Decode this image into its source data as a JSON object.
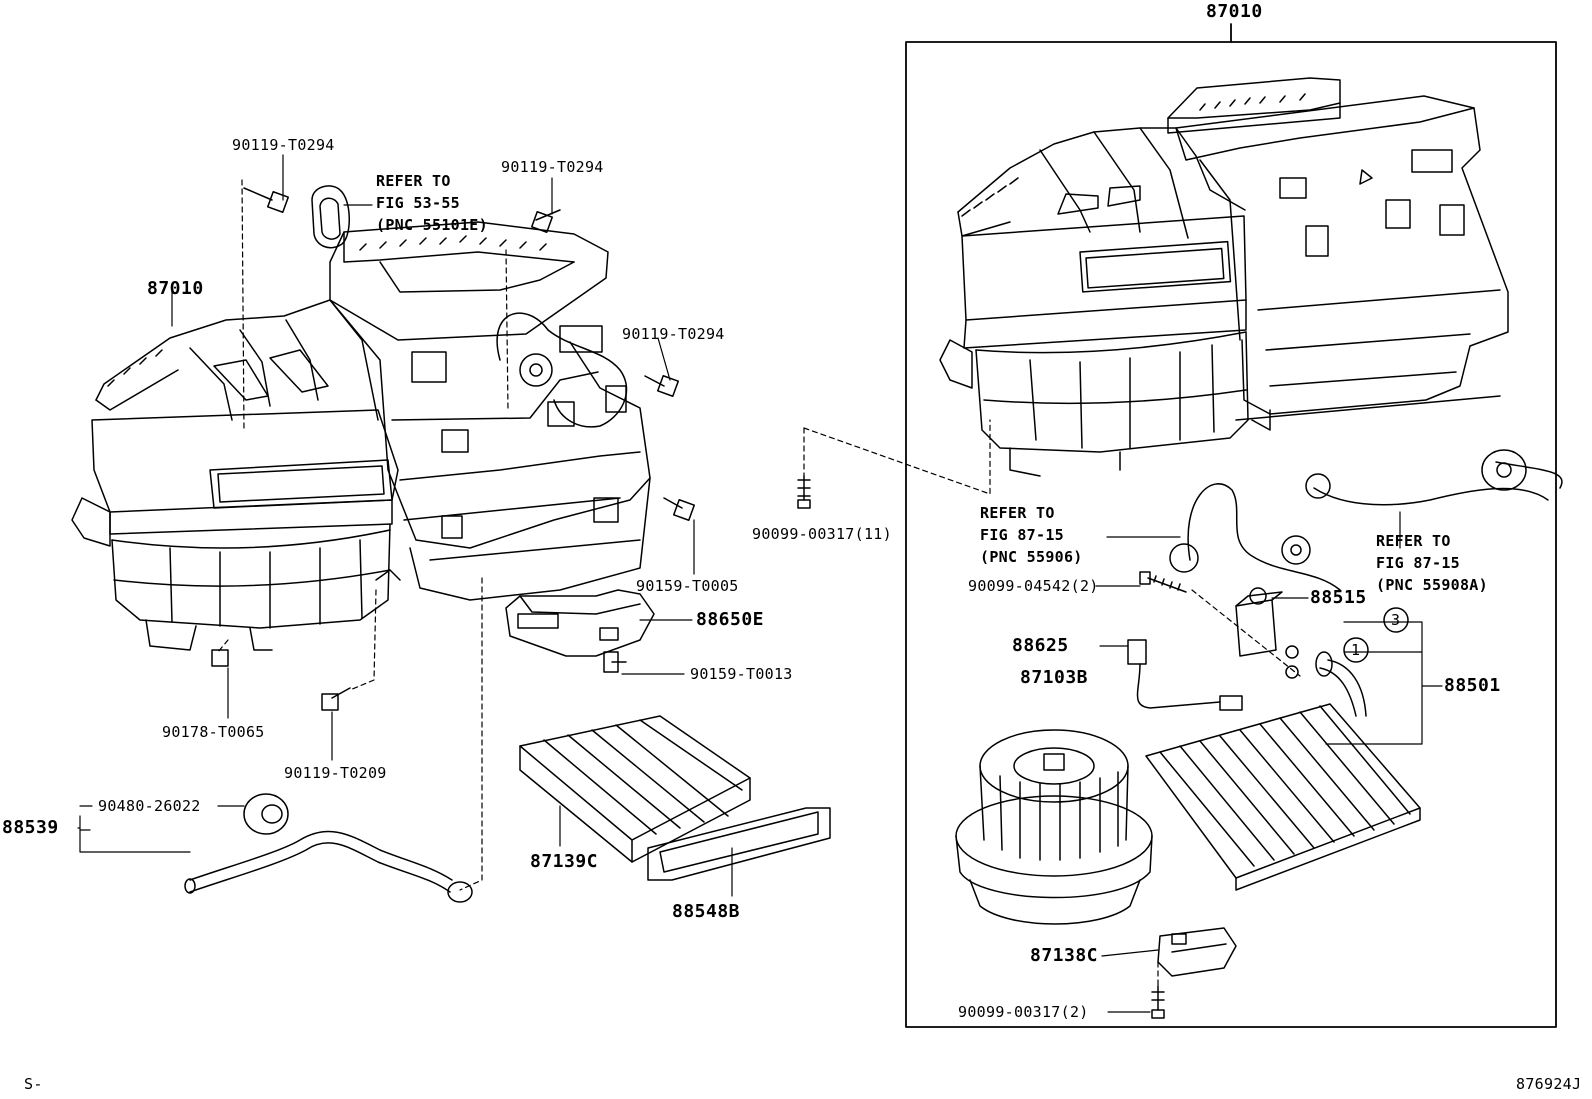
{
  "diagram": {
    "footer_left": "S-",
    "footer_right": "876924J",
    "labels": {
      "p87010_top": "87010",
      "p87010_left": "87010",
      "p90119_t0294_a": "90119-T0294",
      "p90119_t0294_b": "90119-T0294",
      "p90119_t0294_c": "90119-T0294",
      "p90159_t0005": "90159-T0005",
      "p88650e": "88650E",
      "p90159_t0013": "90159-T0013",
      "p90178_t0065": "90178-T0065",
      "p90119_t0209": "90119-T0209",
      "p90480_26022": "90480-26022",
      "p88539": "88539",
      "p87139c": "87139C",
      "p88548b": "88548B",
      "p90099_00317_11": "90099-00317(11)",
      "p90099_04542_2": "90099-04542(2)",
      "p88515": "88515",
      "p88625": "88625",
      "p87103b": "87103B",
      "p88501": "88501",
      "p87138c": "87138C",
      "p90099_00317_2": "90099-00317(2)",
      "circle_3": "3",
      "circle_1": "1"
    },
    "refs": {
      "fig53_l1": "REFER TO",
      "fig53_l2": "FIG 53-55",
      "fig53_l3": "(PNC 55101E)",
      "fig87a_l1": "REFER TO",
      "fig87a_l2": "FIG 87-15",
      "fig87a_l3": "(PNC 55906)",
      "fig87b_l1": "REFER TO",
      "fig87b_l2": "FIG 87-15",
      "fig87b_l3": "(PNC 55908A)"
    }
  }
}
